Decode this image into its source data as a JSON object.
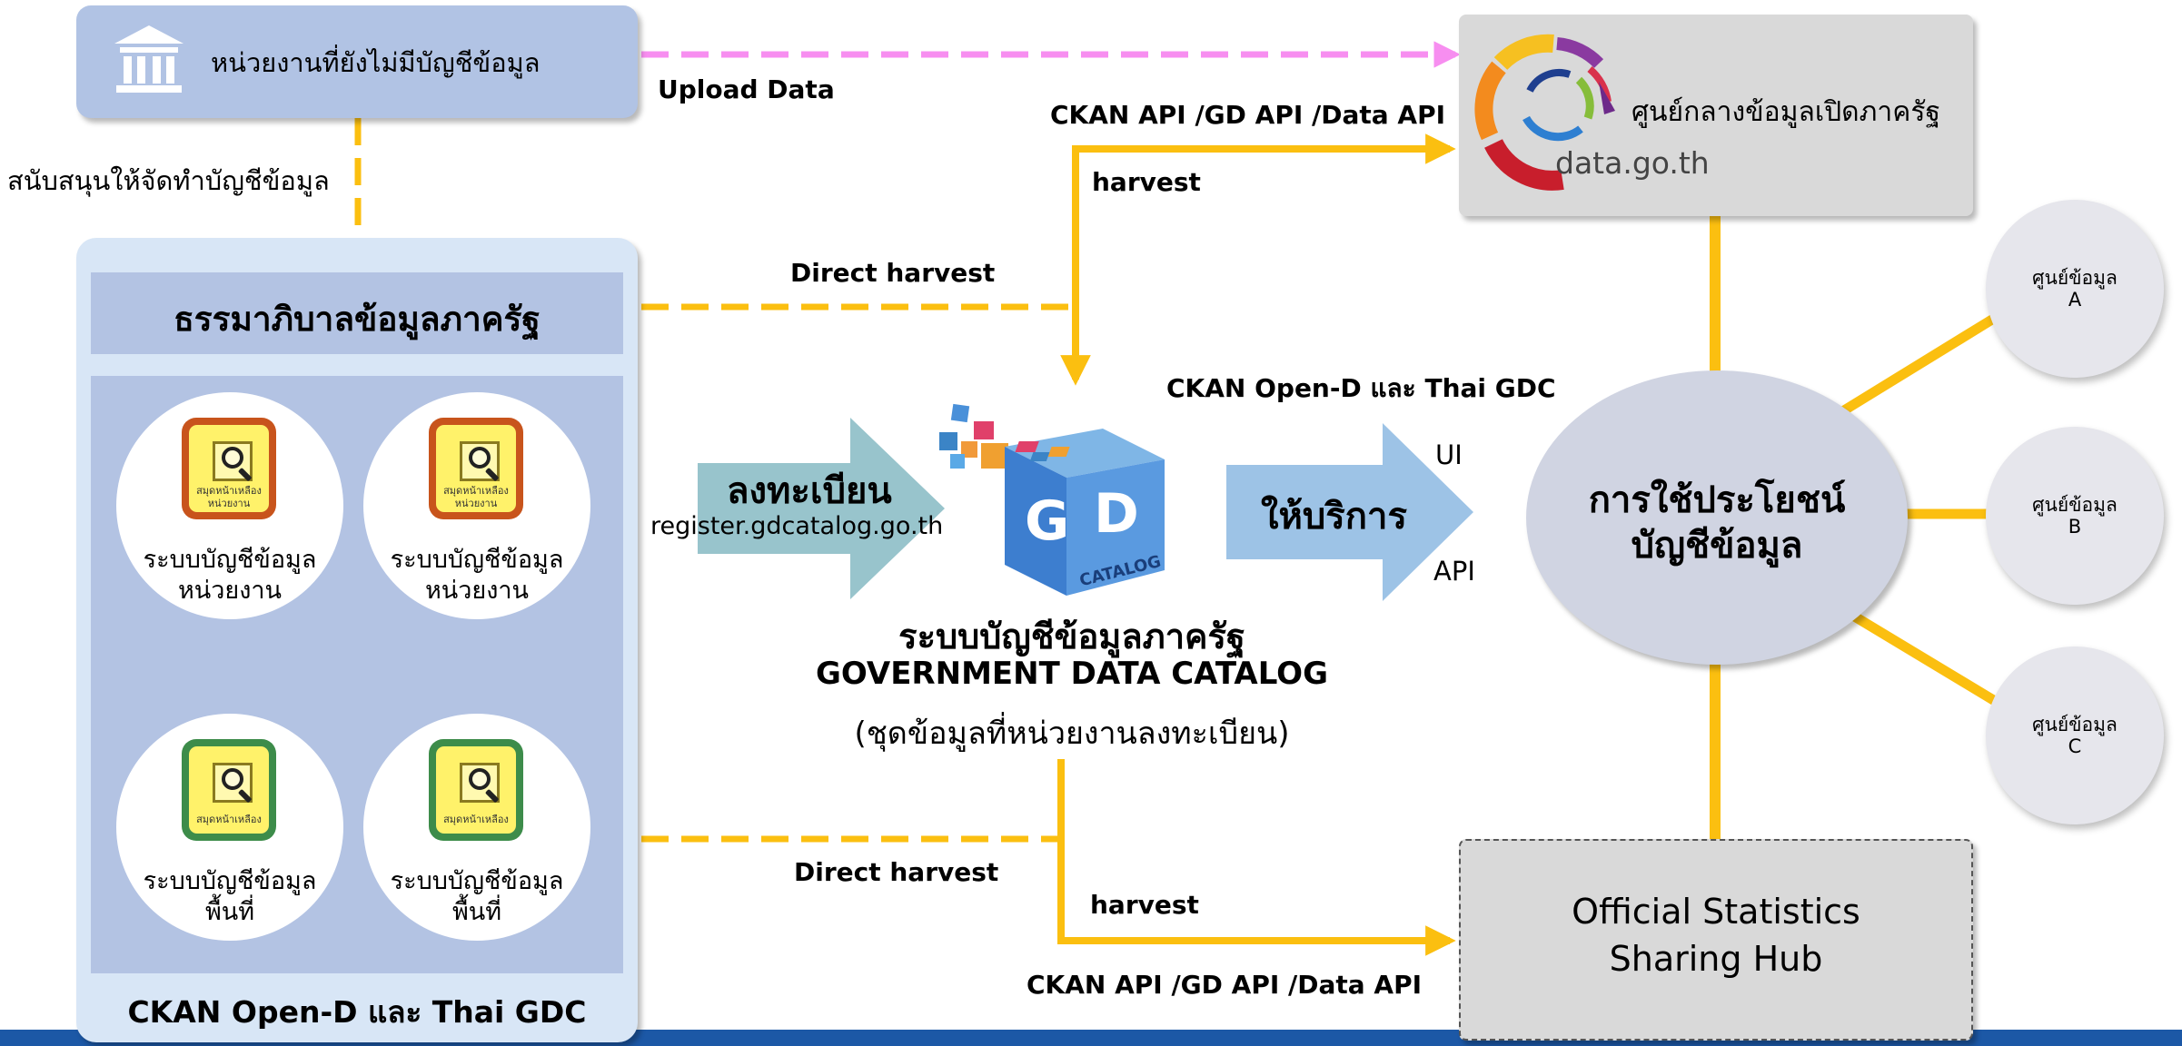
{
  "top_left_box": {
    "label": "หน่วยงานที่ยังไม่มีบัญชีข้อมูล",
    "icon": "government-building-icon"
  },
  "support_label": "สนับสนุนให้จัดทำบัญชีข้อมูล",
  "upload_label": "Upload Data",
  "governance_panel": {
    "title": "ธรรมาภิบาลข้อมูลภาครัฐ",
    "footer": "CKAN Open-D และ Thai GDC",
    "nodes": [
      {
        "line1": "ระบบบัญชีข้อมูล",
        "line2": "หน่วยงาน",
        "icon_caption": "สมุดหน้าเหลือง หน่วยงาน",
        "icon_color": "orange"
      },
      {
        "line1": "ระบบบัญชีข้อมูล",
        "line2": "หน่วยงาน",
        "icon_caption": "สมุดหน้าเหลือง หน่วยงาน",
        "icon_color": "orange"
      },
      {
        "line1": "ระบบบัญชีข้อมูล",
        "line2": "พื้นที่",
        "icon_caption": "สมุดหน้าเหลือง",
        "icon_color": "green"
      },
      {
        "line1": "ระบบบัญชีข้อมูล",
        "line2": "พื้นที่",
        "icon_caption": "สมุดหน้าเหลือง",
        "icon_color": "green"
      }
    ]
  },
  "register_arrow": {
    "label": "ลงทะเบียน",
    "url": "register.gdcatalog.go.th"
  },
  "gd_catalog": {
    "logo_letters": [
      "G",
      "D"
    ],
    "logo_word": "CATALOG",
    "title_th": "ระบบบัญชีข้อมูลภาครัฐ",
    "title_en": "GOVERNMENT DATA CATALOG",
    "subtitle": "(ชุดข้อมูลที่หน่วยงานลงทะเบียน)"
  },
  "service_arrow": {
    "label": "ให้บริการ",
    "ui": "UI",
    "api": "API"
  },
  "edge_labels": {
    "direct_harvest_top": "Direct harvest",
    "direct_harvest_bottom": "Direct harvest",
    "harvest_top": "harvest",
    "harvest_bottom": "harvest",
    "api_top": "CKAN API /GD API /Data API",
    "api_bottom": "CKAN API /GD API /Data API",
    "ckan_thai_gdc": "CKAN Open-D และ Thai GDC"
  },
  "open_data_center": {
    "title": "ศูนย์กลางข้อมูลเปิดภาครัฐ",
    "domain": "data.go.th"
  },
  "usage_hub": {
    "line1": "การใช้ประโยชน์",
    "line2": "บัญชีข้อมูล"
  },
  "data_centers": [
    {
      "line1": "ศูนย์ข้อมูล",
      "line2": "A"
    },
    {
      "line1": "ศูนย์ข้อมูล",
      "line2": "B"
    },
    {
      "line1": "ศูนย์ข้อมูล",
      "line2": "C"
    }
  ],
  "stats_hub": {
    "line1": "Official Statistics",
    "line2": "Sharing Hub"
  },
  "colors": {
    "connector": "#fbbf10",
    "upload_arrow": "#f78ef0",
    "panel_light": "#d8e6f6",
    "panel_mid": "#b3c3e3",
    "top_box": "#b1c3e4",
    "register_arrow": "#98c4cc",
    "service_arrow": "#9dc3e6",
    "gray_box": "#d9d9d9",
    "hub": "#d0d4e2",
    "bottom_bar": "#1c58a6",
    "vertical_arrow": "#1f6fbd"
  }
}
